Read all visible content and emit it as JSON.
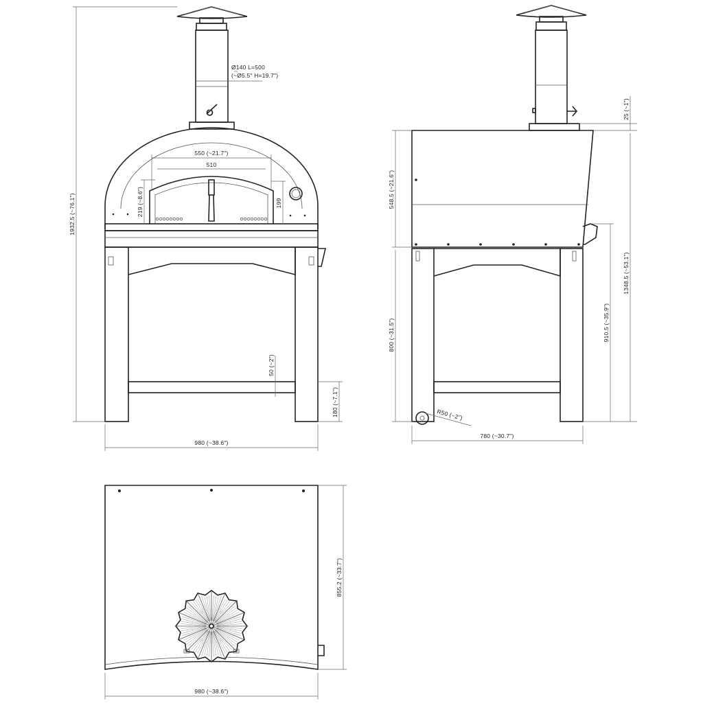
{
  "front_view": {
    "flue_spec_line1": "Ø140 L=500",
    "flue_spec_line2": "(~Ø5.5\" H=19.7\")",
    "outer_width_top": "550 (~21.7\")",
    "inner_width": "510",
    "door_height_left": "219 (~8.6\")",
    "door_height_right": "199",
    "total_height": "1932.5 (~76.1\")",
    "shelf_thickness": "50 (~2\")",
    "shelf_clearance": "180 (~7.1\")",
    "overall_width": "980 (~38.6\")"
  },
  "side_view": {
    "chimney_offset": "25 (~1\")",
    "oven_height": "548.5 (~21.6\")",
    "height_to_top": "1348.5 (~53.1\")",
    "handle_height": "910.5 (~35.9\")",
    "base_height": "800 (~31.5\")",
    "wheel_radius": "R50 (~2\")",
    "depth": "780 (~30.7\")"
  },
  "top_view": {
    "depth": "855.2 (~33.7\")",
    "width": "980 (~38.6\")"
  },
  "icons": [
    "chimney-cap-icon",
    "wheel-icon",
    "thermometer-icon",
    "door-handle-icon"
  ]
}
